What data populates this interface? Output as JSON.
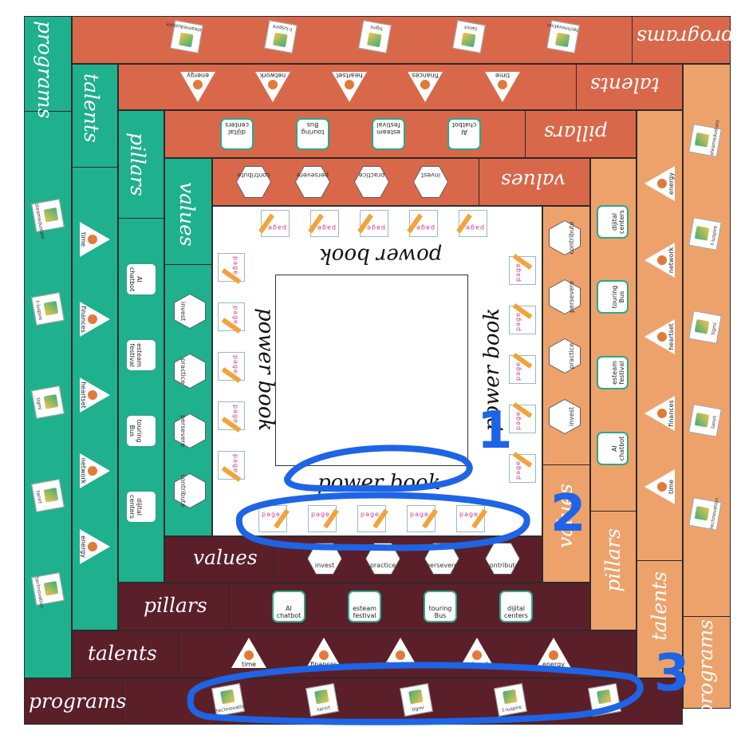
{
  "colors": {
    "programs": [
      "#1fb08e",
      "#d9684b",
      "#eea26b",
      "#5b1f29"
    ],
    "talents": [
      "#1fb08e",
      "#d9684b",
      "#eea26b",
      "#5b1f29"
    ],
    "pillars": [
      "#1fb08e",
      "#d9684b",
      "#eea26b",
      "#5b1f29"
    ],
    "values": [
      "#1fb08e",
      "#d9684b",
      "#eea26b",
      "#5b1f29"
    ],
    "center_frame": "#ffffff",
    "star": "#e9c05a",
    "annotation": "#1e64e6"
  },
  "labels": {
    "programs": "programs",
    "talents": "talents",
    "pillars": "pillars",
    "values": "values",
    "power_book": "power book"
  },
  "programs_items": [
    "technovation",
    "tanirt",
    "tigmi",
    "t-iuspire",
    "steamedustate"
  ],
  "talents_items": [
    "time",
    "finances",
    "heartset",
    "network",
    "energy"
  ],
  "pillars_items": [
    "AI chatbot",
    "esteam festival",
    "touring Bus",
    "dijital centers"
  ],
  "values_items": [
    "invest",
    "practice",
    "persevere",
    "contribute"
  ],
  "page_label": "page",
  "annotations": [
    "1",
    "2",
    "3"
  ]
}
